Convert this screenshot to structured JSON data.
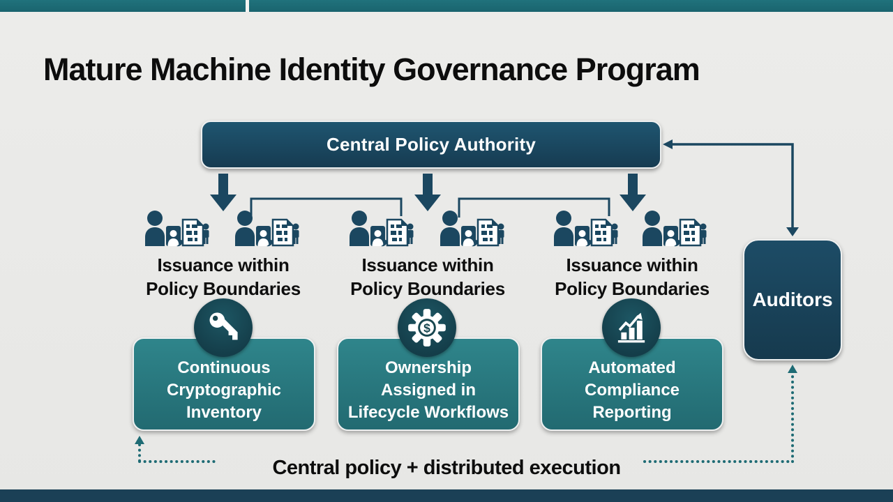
{
  "header": {
    "title": "Mature Machine Identity Governance Program"
  },
  "colors": {
    "background": "#e9e9e7",
    "top_bar_teal": "#1c6a74",
    "bottom_bar_navy": "#1b4056",
    "node_navy": "#1b4760",
    "pillar_teal": "#2a797f",
    "badge_circle_teal": "#17464f",
    "dotted_line_teal": "#1e6b74",
    "text_black": "#0d0d0d",
    "text_white": "#ffffff"
  },
  "root_node": {
    "label": "Central Policy Authority"
  },
  "team_icon_groups": {
    "count": 6,
    "icon": "team-identity-document-icon"
  },
  "issuance_labels": [
    {
      "line1": "Issuance within",
      "line2": "Policy Boundaries"
    },
    {
      "line1": "Issuance within",
      "line2": "Policy Boundaries"
    },
    {
      "line1": "Issuance within",
      "line2": "Policy Boundaries"
    }
  ],
  "pillars": [
    {
      "icon": "key-icon",
      "lines": [
        "Continuous",
        "Cryptographic",
        "Inventory"
      ]
    },
    {
      "icon": "gear-dollar-icon",
      "dollar": "$",
      "lines": [
        "Ownership",
        "Assigned in",
        "Lifecycle Workflows"
      ]
    },
    {
      "icon": "bar-chart-trend-icon",
      "lines": [
        "Automated",
        "Compliance",
        "Reporting"
      ]
    }
  ],
  "auditors": {
    "label": "Auditors"
  },
  "caption": {
    "text": "Central policy + distributed execution"
  }
}
